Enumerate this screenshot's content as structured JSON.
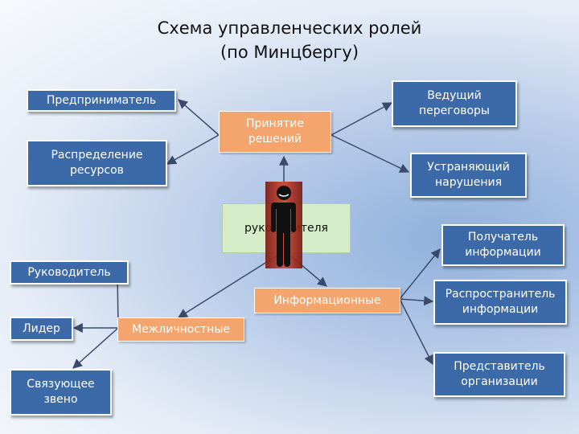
{
  "title": {
    "line1": "Схема управленческих ролей",
    "line2": "(по Минцбергу)"
  },
  "center": {
    "decisions": "Принятие решений",
    "manager": "руководителя",
    "informational": "Информационные",
    "interpersonal": "Межличностные"
  },
  "roles": {
    "entrepreneur": "Предприниматель",
    "resource_allocator": "Распределение ресурсов",
    "negotiator": "Ведущий переговоры",
    "disturbance_handler": "Устраняющий нарушения",
    "monitor": "Получатель информации",
    "disseminator": "Распространитель информации",
    "spokesperson": "Представитель организации",
    "leader_role": "Руководитель",
    "leader": "Лидер",
    "liaison": "Связующее звено"
  },
  "colors": {
    "role_box": "#3c6aa8",
    "category_box": "#f4a46d",
    "manager_box": "#d4ecc7",
    "person": "#c0392b"
  },
  "icons": [
    "person-icon"
  ]
}
